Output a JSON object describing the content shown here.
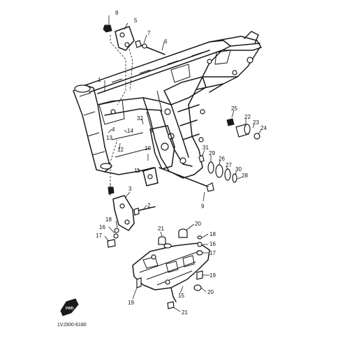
{
  "diagram": {
    "drawing_code": "1VJ300-6180",
    "front_badge": "FWD",
    "callouts": [
      "8",
      "5",
      "7",
      "6",
      "1",
      "4",
      "14",
      "32",
      "13",
      "12",
      "10",
      "11",
      "3",
      "2",
      "9",
      "25",
      "22",
      "23",
      "24",
      "31",
      "29",
      "26",
      "27",
      "30",
      "28",
      "21",
      "20",
      "18",
      "16",
      "17",
      "18",
      "16",
      "17",
      "19",
      "19",
      "15",
      "20",
      "21"
    ]
  }
}
